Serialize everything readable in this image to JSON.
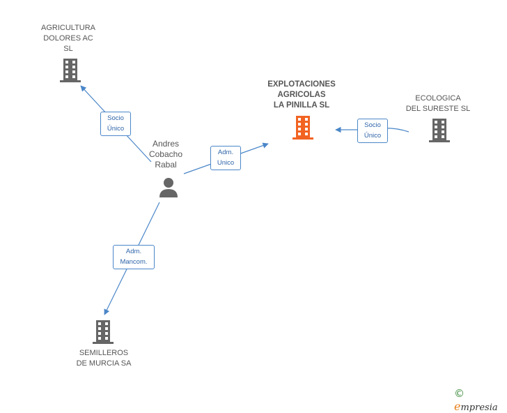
{
  "colors": {
    "edge": "#4a86c8",
    "node_icon": "#666666",
    "focus_icon": "#f26322"
  },
  "nodes": {
    "agricultura": {
      "label": "AGRICULTURA\nDOLORES AC\nSL",
      "icon": "building-icon"
    },
    "explotaciones": {
      "label": "EXPLOTACIONES\nAGRICOLAS\nLA PINILLA SL",
      "icon": "building-icon"
    },
    "ecologica": {
      "label": "ECOLOGICA\nDEL SURESTE SL",
      "icon": "building-icon"
    },
    "person": {
      "label": "Andres\nCobacho\nRabal",
      "icon": "person-icon"
    },
    "semilleros": {
      "label": "SEMILLEROS\nDE MURCIA SA",
      "icon": "building-icon"
    }
  },
  "edges": {
    "to_agricultura": {
      "line1": "Socio",
      "line2": "Único"
    },
    "to_explotaciones": {
      "line1": "Adm.",
      "line2": "Unico"
    },
    "ecologica_to_explotaciones": {
      "line1": "Socio",
      "line2": "Único"
    },
    "to_semilleros": {
      "line1": "Adm.",
      "line2": "Mancom."
    }
  },
  "brand": {
    "copyright": "©",
    "initial": "e",
    "rest": "mpresia"
  }
}
